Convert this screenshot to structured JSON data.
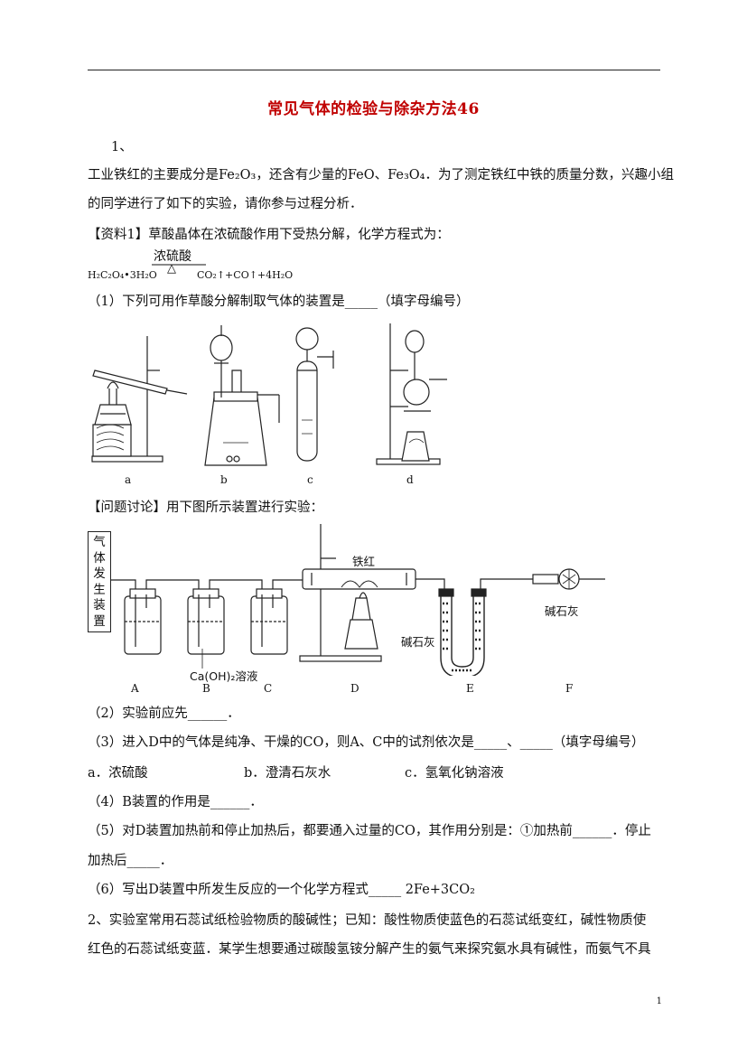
{
  "doc": {
    "title": "常见气体的检验与除杂方法46",
    "q1_num": "1、",
    "intro1": "工业铁红的主要成分是Fe₂O₃，还含有少量的FeO、Fe₃O₄．为了测定铁红中铁的质量分数，兴趣小组",
    "intro2": "的同学进行了如下的实验，请你参与过程分析．",
    "info1": "【资料1】草酸晶体在浓硫酸作用下受热分解，化学方程式为：",
    "eq_condition": "浓硫酸",
    "eq_heat": "△",
    "eq_left": "H₂C₂O₄•3H₂O",
    "eq_right": "CO₂↑+CO↑+4H₂O",
    "q1": "（1）下列可用作草酸分解制取气体的装置是_____（填字母编号）",
    "fig1_labels": [
      "a",
      "b",
      "c",
      "d"
    ],
    "discussion": "【问题讨论】用下图所示装置进行实验：",
    "gen_box": [
      "气",
      "体",
      "发",
      "生",
      "装",
      "置"
    ],
    "label_tiehong": "铁红",
    "label_jianshihui1": "碱石灰",
    "label_jianshihui2": "碱石灰",
    "label_caoh": "Ca(OH)₂溶液",
    "fig2_labels": [
      "A",
      "B",
      "C",
      "D",
      "E",
      "F"
    ],
    "q2": "（2）实验前应先______．",
    "q3": "（3）进入D中的气体是纯净、干燥的CO，则A、C中的试剂依次是_____、_____（填字母编号）",
    "opt_a": "a．浓硫酸",
    "opt_b": "b．澄清石灰水",
    "opt_c": "c．氢氧化钠溶液",
    "q4": "（4）B装置的作用是______．",
    "q5a": "（5）对D装置加热前和停止加热后，都要通入过量的CO，其作用分别是：①加热前______．停止",
    "q5b": "加热后_____．",
    "q6": "（6）写出D装置中所发生反应的一个化学方程式_____   2Fe+3CO₂",
    "q7a": "2、实验室常用石蕊试纸检验物质的酸碱性；已知：酸性物质使蓝色的石蕊试纸变红，碱性物质使",
    "q7b": "红色的石蕊试纸变蓝．某学生想要通过碳酸氢铵分解产生的氨气来探究氨水具有碱性，而氨气不具",
    "page_number": "1"
  }
}
